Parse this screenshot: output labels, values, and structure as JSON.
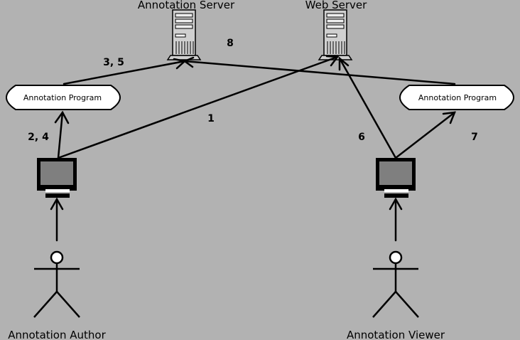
{
  "servers": {
    "annotation_server": "Annotation Server",
    "web_server": "Web Server"
  },
  "programs": {
    "left": "Annotation Program",
    "right": "Annotation Program"
  },
  "actors": {
    "author": "Annotation Author",
    "viewer": "Annotation Viewer"
  },
  "steps": {
    "s1": "1",
    "s2_4": "2, 4",
    "s3_5": "3, 5",
    "s6": "6",
    "s7": "7",
    "s8": "8"
  },
  "colors": {
    "background": "#b2b2b2",
    "ink": "#000000",
    "server_body": "#d0d0d0",
    "screen": "#7f7f7f",
    "program_fill": "#ffffff"
  }
}
